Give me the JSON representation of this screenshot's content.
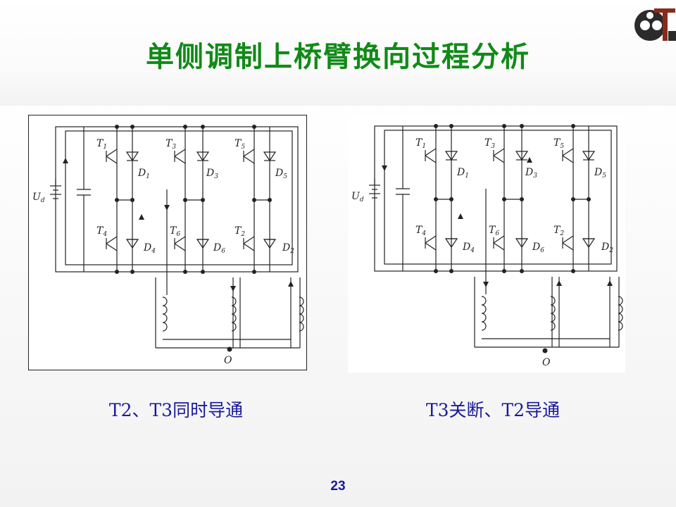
{
  "slide": {
    "title": "单侧调制上桥臂换向过程分析",
    "page_number": "23"
  },
  "diagrams": [
    {
      "caption": "T2、T3同时导通",
      "labels": {
        "source": "U",
        "source_sub": "d",
        "neutral": "O"
      }
    },
    {
      "caption": "T3关断、T2导通",
      "labels": {
        "source": "U",
        "source_sub": "d",
        "neutral": "O"
      }
    }
  ],
  "switch_labels": [
    {
      "t": "T",
      "t_sub": "1",
      "d": "D",
      "d_sub": "1"
    },
    {
      "t": "T",
      "t_sub": "3",
      "d": "D",
      "d_sub": "3"
    },
    {
      "t": "T",
      "t_sub": "5",
      "d": "D",
      "d_sub": "5"
    },
    {
      "t": "T",
      "t_sub": "4",
      "d": "D",
      "d_sub": "4"
    },
    {
      "t": "T",
      "t_sub": "6",
      "d": "D",
      "d_sub": "6"
    },
    {
      "t": "T",
      "t_sub": "2",
      "d": "D",
      "d_sub": "2"
    }
  ],
  "colors": {
    "title": "#118a17",
    "caption": "#1a1a9a",
    "wire": "#222222"
  }
}
